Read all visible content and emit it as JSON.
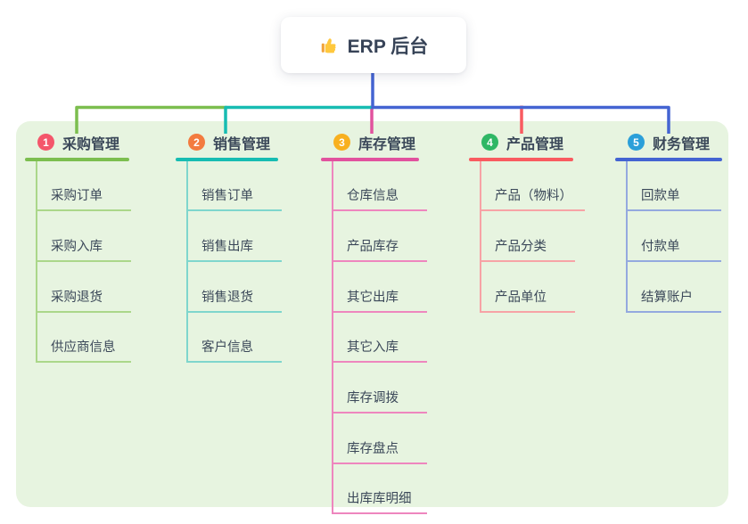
{
  "root": {
    "title": "ERP 后台",
    "icon": "thumbs-up-icon"
  },
  "colors": {
    "page_bg": "#FFFFFF",
    "panel_bg": "#E7F4E0",
    "text": "#3B4859",
    "root_stem": "#4464D2"
  },
  "branches": [
    {
      "number": "1",
      "label": "采购管理",
      "badge_color": "#F4566B",
      "line_color": "#7CBE4F",
      "light_line_color": "#ABD78A",
      "items": [
        "采购订单",
        "采购入库",
        "采购退货",
        "供应商信息"
      ]
    },
    {
      "number": "2",
      "label": "销售管理",
      "badge_color": "#F37B3F",
      "line_color": "#17BCB2",
      "light_line_color": "#7FD6CD",
      "items": [
        "销售订单",
        "销售出库",
        "销售退货",
        "客户信息"
      ]
    },
    {
      "number": "3",
      "label": "库存管理",
      "badge_color": "#F8B01F",
      "line_color": "#E1529E",
      "light_line_color": "#EE86BE",
      "items": [
        "仓库信息",
        "产品库存",
        "其它出库",
        "其它入库",
        "库存调拨",
        "库存盘点",
        "出库库明细"
      ]
    },
    {
      "number": "4",
      "label": "产品管理",
      "badge_color": "#2FB765",
      "line_color": "#F95B60",
      "light_line_color": "#F7A3A6",
      "items": [
        "产品（物料）",
        "产品分类",
        "产品单位"
      ]
    },
    {
      "number": "5",
      "label": "财务管理",
      "badge_color": "#2B9FD9",
      "line_color": "#4464D2",
      "light_line_color": "#94A9DF",
      "items": [
        "回款单",
        "付款单",
        "结算账户"
      ]
    }
  ]
}
